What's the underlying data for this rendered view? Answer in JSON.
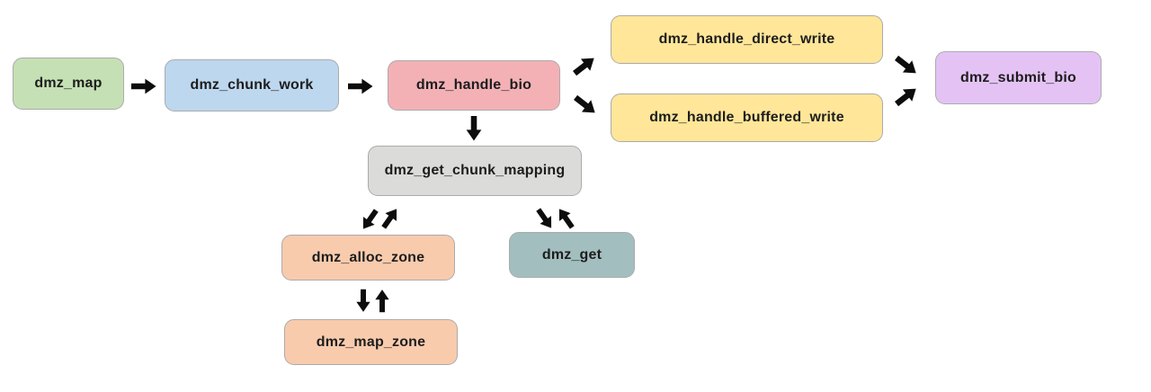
{
  "diagram": {
    "type": "flowchart",
    "nodes": [
      {
        "id": "dmz_map",
        "label": "dmz_map",
        "fill": "#c5e0b4"
      },
      {
        "id": "dmz_chunk_work",
        "label": "dmz_chunk_work",
        "fill": "#bdd7ee"
      },
      {
        "id": "dmz_handle_bio",
        "label": "dmz_handle_bio",
        "fill": "#f3b1b6"
      },
      {
        "id": "dmz_handle_direct_write",
        "label": "dmz_handle_direct_write",
        "fill": "#ffe699"
      },
      {
        "id": "dmz_handle_buffered_write",
        "label": "dmz_handle_buffered_write",
        "fill": "#ffe699"
      },
      {
        "id": "dmz_submit_bio",
        "label": "dmz_submit_bio",
        "fill": "#e4c3f4"
      },
      {
        "id": "dmz_get_chunk_mapping",
        "label": "dmz_get_chunk_mapping",
        "fill": "#dbdbd9"
      },
      {
        "id": "dmz_alloc_zone",
        "label": "dmz_alloc_zone",
        "fill": "#f8cbad"
      },
      {
        "id": "dmz_get",
        "label": "dmz_get",
        "fill": "#a3bebe"
      },
      {
        "id": "dmz_map_zone",
        "label": "dmz_map_zone",
        "fill": "#f8cbad"
      }
    ],
    "edges": [
      {
        "from": "dmz_map",
        "to": "dmz_chunk_work",
        "bidirectional": false
      },
      {
        "from": "dmz_chunk_work",
        "to": "dmz_handle_bio",
        "bidirectional": false
      },
      {
        "from": "dmz_handle_bio",
        "to": "dmz_handle_direct_write",
        "bidirectional": false
      },
      {
        "from": "dmz_handle_bio",
        "to": "dmz_handle_buffered_write",
        "bidirectional": false
      },
      {
        "from": "dmz_handle_direct_write",
        "to": "dmz_submit_bio",
        "bidirectional": false
      },
      {
        "from": "dmz_handle_buffered_write",
        "to": "dmz_submit_bio",
        "bidirectional": false
      },
      {
        "from": "dmz_handle_bio",
        "to": "dmz_get_chunk_mapping",
        "bidirectional": false
      },
      {
        "from": "dmz_get_chunk_mapping",
        "to": "dmz_alloc_zone",
        "bidirectional": true
      },
      {
        "from": "dmz_get_chunk_mapping",
        "to": "dmz_get",
        "bidirectional": true
      },
      {
        "from": "dmz_alloc_zone",
        "to": "dmz_map_zone",
        "bidirectional": true
      }
    ],
    "colors": {
      "background": "#ffffff",
      "arrow": "#0d0d0d",
      "node_border": "#ababab",
      "text": "#1d1d1d"
    }
  }
}
